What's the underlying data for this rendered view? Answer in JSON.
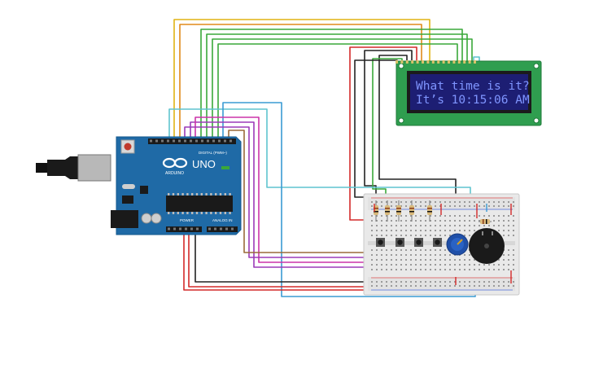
{
  "lcd": {
    "line1": "What time is it?",
    "line2": "It’s 10:15:06 AM",
    "screen_color": "#1d1e73",
    "text_color": "#7f95ff",
    "pcb_color": "#2f9e4f"
  },
  "arduino": {
    "model_label": "UNO",
    "brand_label": "ARDUINO",
    "digital_label": "DIGITAL (PWM~)",
    "power_label": "POWER",
    "analog_label": "ANALOG IN",
    "board_color": "#1f6aa6"
  },
  "wire_colors": {
    "yellow": "#e0b414",
    "orange": "#e08a1a",
    "green": "#3aa83a",
    "red": "#d42a2a",
    "black": "#222222",
    "blue": "#3a9bd4",
    "purple": "#9b3ab8",
    "magenta": "#cc33aa",
    "brown": "#9a6a3a",
    "teal": "#5fc4cf"
  },
  "components": {
    "pushbuttons": [
      "button-1",
      "button-2",
      "button-3",
      "button-4"
    ],
    "resistors": [
      "resistor-1",
      "resistor-2",
      "resistor-3",
      "resistor-4",
      "resistor-5"
    ],
    "potentiometer": "potentiometer-icon",
    "buzzer": "piezo-buzzer-icon"
  }
}
